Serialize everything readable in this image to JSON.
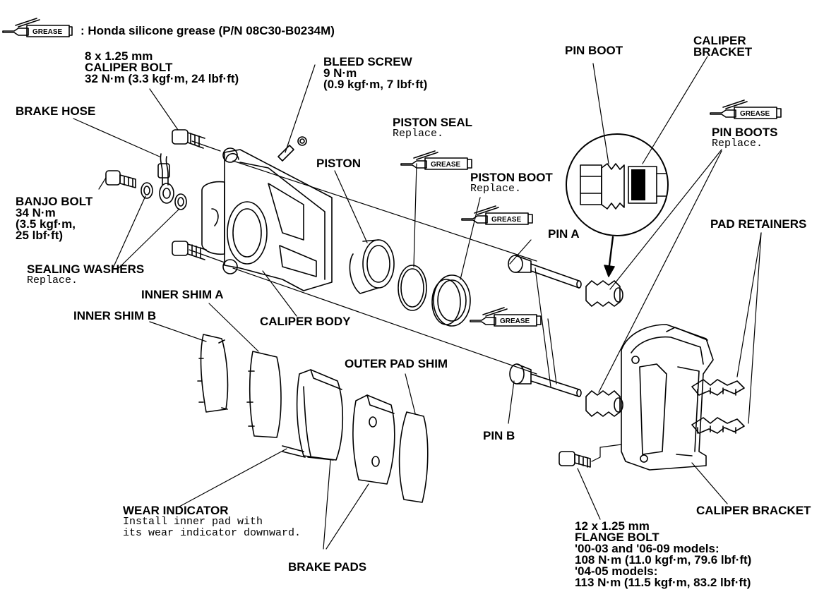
{
  "legend": {
    "tag": "GREASE",
    "text": ": Honda silicone grease (P/N 08C30-B0234M)"
  },
  "labels": {
    "caliper_bolt": {
      "spec": "8 x 1.25 mm",
      "name": "CALIPER BOLT",
      "torque": "32 N·m (3.3 kgf·m, 24 lbf·ft)"
    },
    "bleed_screw": {
      "name": "BLEED SCREW",
      "torque": "9 N·m",
      "torque2": "(0.9 kgf·m, 7 lbf·ft)"
    },
    "pin_boot": {
      "name": "PIN BOOT"
    },
    "caliper_bracket_top": {
      "line1": "CALIPER",
      "line2": "BRACKET"
    },
    "brake_hose": {
      "name": "BRAKE HOSE"
    },
    "piston_seal": {
      "name": "PISTON SEAL",
      "note": "Replace."
    },
    "pin_boots": {
      "name": "PIN BOOTS",
      "note": "Replace."
    },
    "piston": {
      "name": "PISTON"
    },
    "piston_boot": {
      "name": "PISTON BOOT",
      "note": "Replace."
    },
    "banjo_bolt": {
      "name": "BANJO BOLT",
      "torque": "34 N·m",
      "torque2": "(3.5 kgf·m,",
      "torque3": "25 lbf·ft)"
    },
    "pad_retainers": {
      "name": "PAD RETAINERS"
    },
    "pin_a": {
      "name": "PIN A"
    },
    "sealing_washers": {
      "name": "SEALING WASHERS",
      "note": "Replace."
    },
    "inner_shim_a": {
      "name": "INNER SHIM A"
    },
    "inner_shim_b": {
      "name": "INNER SHIM B"
    },
    "caliper_body": {
      "name": "CALIPER BODY"
    },
    "outer_pad_shim": {
      "name": "OUTER PAD SHIM"
    },
    "pin_b": {
      "name": "PIN B"
    },
    "wear_indicator": {
      "name": "WEAR INDICATOR",
      "note1": "Install inner pad with",
      "note2": "its wear indicator downward."
    },
    "caliper_bracket_bottom": {
      "name": "CALIPER BRACKET"
    },
    "flange_bolt": {
      "spec": "12 x 1.25 mm",
      "name": "FLANGE BOLT",
      "line3": "'00-03 and '06-09 models:",
      "line4": "108 N·m (11.0 kgf·m, 79.6 lbf·ft)",
      "line5": "'04-05 models:",
      "line6": "113 N·m (11.5 kgf·m, 83.2 lbf·ft)"
    },
    "brake_pads": {
      "name": "BRAKE PADS"
    }
  }
}
